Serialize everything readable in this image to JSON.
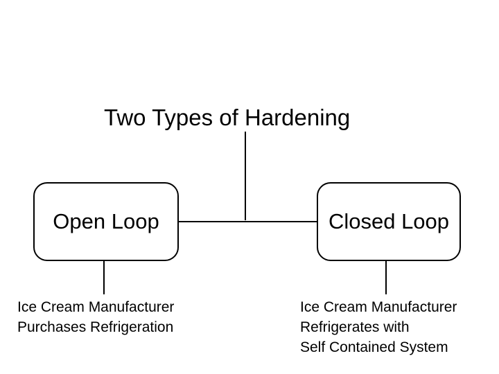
{
  "diagram": {
    "title": "Two Types of Hardening",
    "left": {
      "label": "Open Loop",
      "description": [
        "Ice Cream Manufacturer",
        "Purchases Refrigeration"
      ]
    },
    "right": {
      "label": "Closed Loop",
      "description": [
        "Ice Cream Manufacturer",
        "Refrigerates with",
        "Self Contained System"
      ]
    }
  }
}
